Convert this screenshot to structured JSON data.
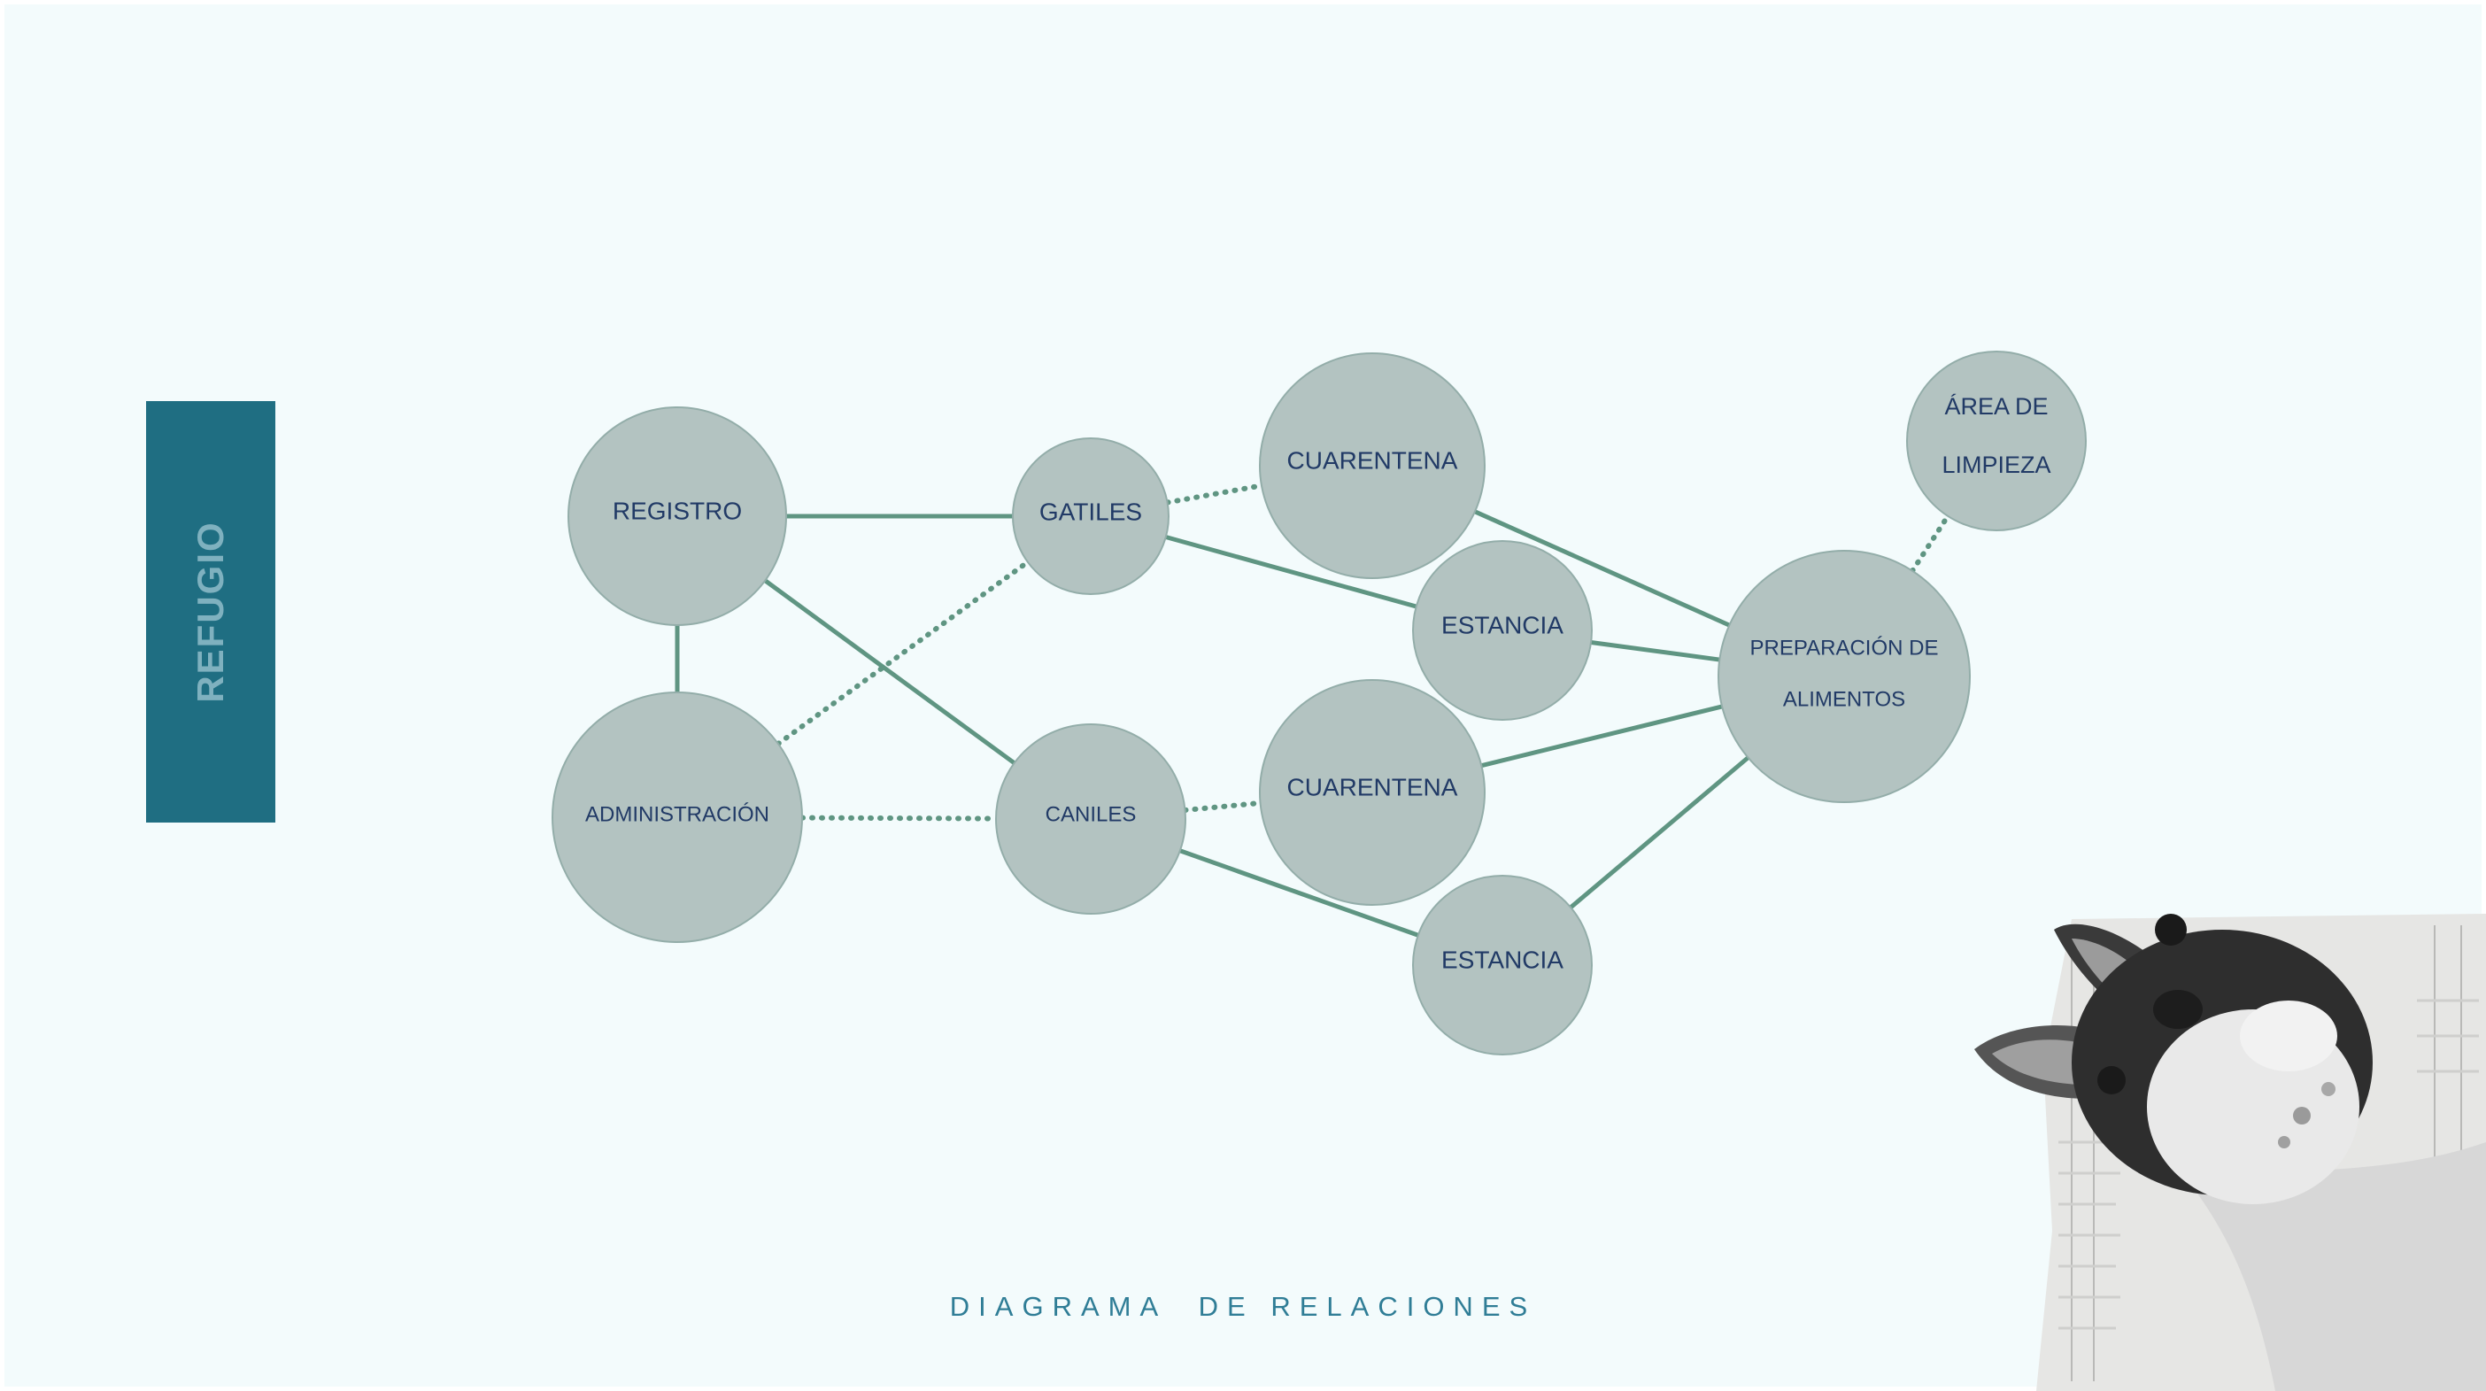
{
  "sidebar": {
    "label": "REFUGIO"
  },
  "nodes": {
    "registro": "REGISTRO",
    "administracion": "ADMINISTRACIÓN",
    "gatiles": "GATILES",
    "caniles": "CANILES",
    "cuarentena_top": "CUARENTENA",
    "estancia_top": "ESTANCIA",
    "cuarentena_bottom": "CUARENTENA",
    "estancia_bottom": "ESTANCIA",
    "preparacion_line1": "PREPARACIÓN DE",
    "preparacion_line2": "ALIMENTOS",
    "limpieza_line1": "ÁREA DE",
    "limpieza_line2": "LIMPIEZA"
  },
  "edges": [
    {
      "from": "registro",
      "to": "administracion",
      "style": "solid"
    },
    {
      "from": "registro",
      "to": "gatiles",
      "style": "solid"
    },
    {
      "from": "registro",
      "to": "caniles",
      "style": "solid"
    },
    {
      "from": "administracion",
      "to": "gatiles",
      "style": "dotted"
    },
    {
      "from": "administracion",
      "to": "caniles",
      "style": "dotted"
    },
    {
      "from": "gatiles",
      "to": "cuarentena_top",
      "style": "dotted"
    },
    {
      "from": "gatiles",
      "to": "estancia_top",
      "style": "solid"
    },
    {
      "from": "caniles",
      "to": "cuarentena_bottom",
      "style": "dotted"
    },
    {
      "from": "caniles",
      "to": "estancia_bottom",
      "style": "solid"
    },
    {
      "from": "cuarentena_top",
      "to": "preparacion",
      "style": "solid"
    },
    {
      "from": "estancia_top",
      "to": "preparacion",
      "style": "solid"
    },
    {
      "from": "cuarentena_bottom",
      "to": "preparacion",
      "style": "solid"
    },
    {
      "from": "estancia_bottom",
      "to": "preparacion",
      "style": "solid"
    },
    {
      "from": "preparacion",
      "to": "limpieza",
      "style": "dotted"
    }
  ],
  "caption": "DIAGRAMA  DE RELACIONES",
  "colors": {
    "background": "#f3fbfc",
    "sidebar": "#1f6e82",
    "node_fill": "#b3c3c1",
    "edge": "#5f9582",
    "node_text": "#213a66",
    "caption": "#2f7d96"
  },
  "images": {
    "dog": "french-bulldog-photo"
  }
}
